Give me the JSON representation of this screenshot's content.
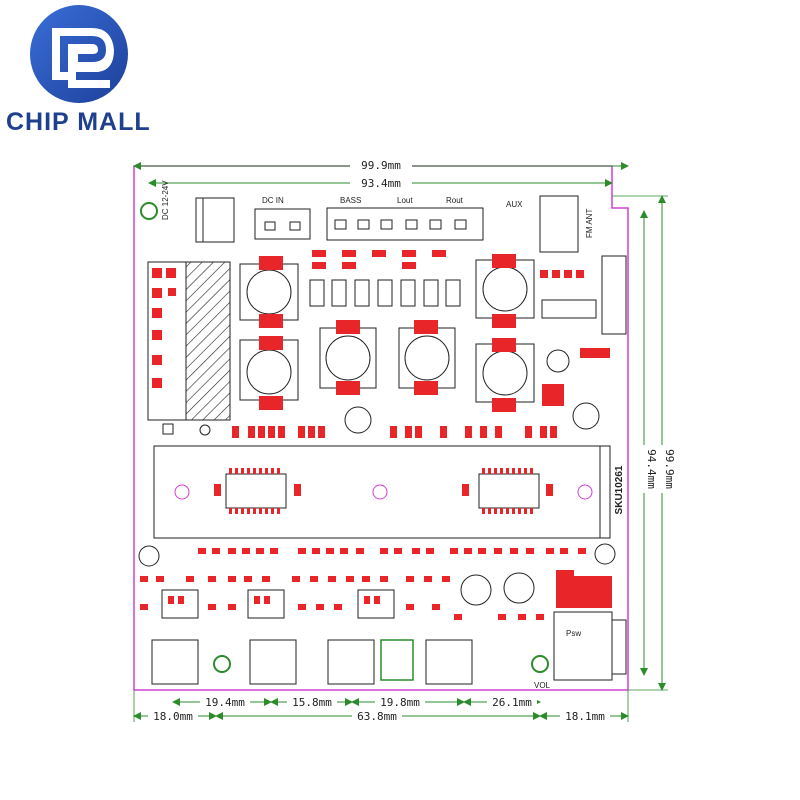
{
  "brand": {
    "name": "CHIP MALL",
    "colors": {
      "logo_ring": "#2a52be",
      "text": "#1f3f8f"
    }
  },
  "board": {
    "model": "SKU10261",
    "colors": {
      "outline": "#d040d0",
      "pad": "#e8262a",
      "silk": "#222222",
      "dimension": "#2c8c2c"
    },
    "silkscreen": {
      "dc_in": "DC IN",
      "dc_volt": "DC 12-24V",
      "bass": "BASS",
      "lout": "Lout",
      "rout": "Rout",
      "aux": "AUX",
      "fm_ant": "FM ANT",
      "psw": "Psw",
      "vol": "VOL"
    },
    "dimensions": {
      "top_width": "99.9mm",
      "inner_width": "93.4mm",
      "right_inner_height": "94.4mm",
      "right_height": "99.9mm",
      "bottom_row1": [
        "19.4mm",
        "15.8mm",
        "19.8mm",
        "26.1mm"
      ],
      "bottom_row2": [
        "18.0mm",
        "63.8mm",
        "18.1mm"
      ]
    }
  }
}
